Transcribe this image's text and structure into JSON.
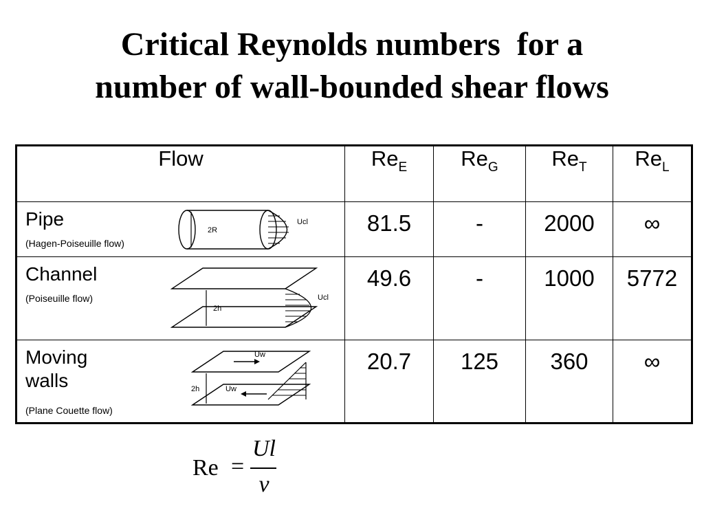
{
  "title": {
    "line1": "Critical Reynolds numbers  for a",
    "line2": "number of wall-bounded shear flows"
  },
  "table": {
    "header": {
      "flow": "Flow",
      "re_e": {
        "base": "Re",
        "sub": "E"
      },
      "re_g": {
        "base": "Re",
        "sub": "G"
      },
      "re_t": {
        "base": "Re",
        "sub": "T"
      },
      "re_l": {
        "base": "Re",
        "sub": "L"
      }
    },
    "rows": [
      {
        "name": "Pipe",
        "subtitle": "(Hagen-Poiseuille flow)",
        "diagram_labels": {
          "dim": "2R",
          "vel": "Ucl"
        },
        "re_e": "81.5",
        "re_g": "-",
        "re_t": "2000",
        "re_l": "∞"
      },
      {
        "name": "Channel",
        "subtitle": "(Poiseuille flow)",
        "diagram_labels": {
          "dim": "2h",
          "vel": "Ucl"
        },
        "re_e": "49.6",
        "re_g": "-",
        "re_t": "1000",
        "re_l": "5772"
      },
      {
        "name_line1": "Moving",
        "name_line2": "walls",
        "subtitle": "(Plane Couette flow)",
        "diagram_labels": {
          "dim": "2h",
          "vel_top": "Uw",
          "vel_bottom": "Uw"
        },
        "re_e": "20.7",
        "re_g": "125",
        "re_t": "360",
        "re_l": "∞"
      }
    ]
  },
  "formula": {
    "lhs": "Re",
    "eq": "=",
    "numerator": "Ul",
    "denominator": "ν"
  }
}
